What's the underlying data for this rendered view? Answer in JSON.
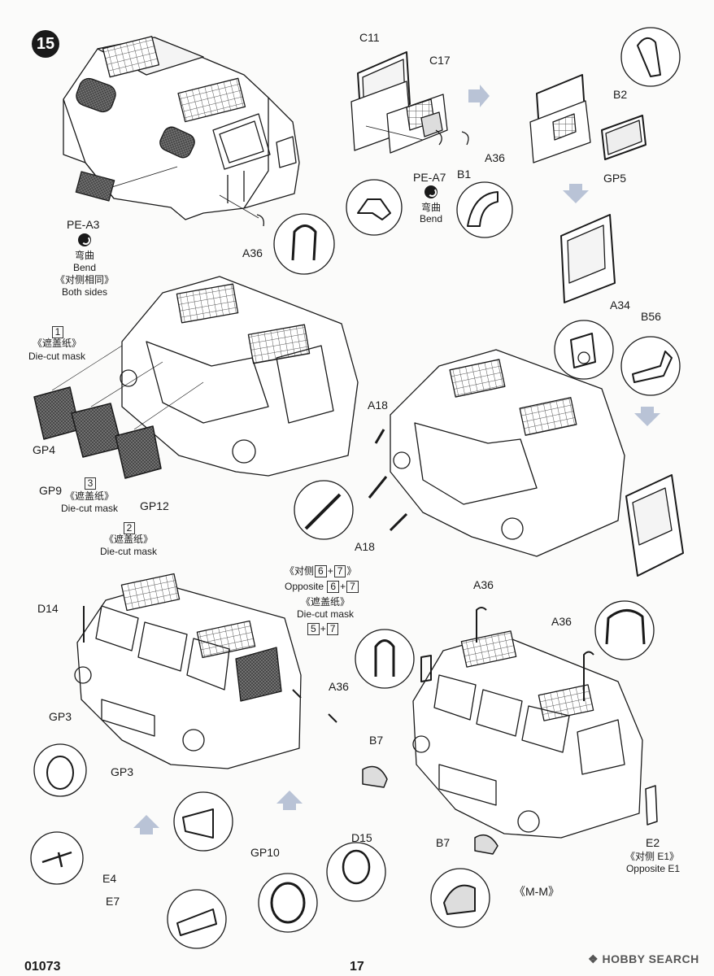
{
  "step_number": "15",
  "page_number": "17",
  "kit_code": "01073",
  "watermark": "HOBBY SEARCH",
  "labels": {
    "pe_a3": "PE-A3",
    "bend_cn_1": "弯曲",
    "bend_1": "Bend",
    "both_sides_cn": "《对侧相同》",
    "both_sides": "Both sides",
    "a36_1": "A36",
    "c11": "C11",
    "c17": "C17",
    "a36_2": "A36",
    "pe_a7": "PE-A7",
    "bend_cn_2": "弯曲",
    "bend_2": "Bend",
    "b1": "B1",
    "b2": "B2",
    "gp5": "GP5",
    "mask_num_1": "1",
    "mask_cn_1": "《遮盖纸》",
    "mask_en_1": "Die-cut mask",
    "gp4": "GP4",
    "gp9": "GP9",
    "mask_num_3": "3",
    "mask_cn_3": "《遮盖纸》",
    "mask_en_3": "Die-cut mask",
    "gp12": "GP12",
    "mask_num_2": "2",
    "mask_cn_2": "《遮盖纸》",
    "mask_en_2": "Die-cut mask",
    "a34": "A34",
    "b56": "B56",
    "a18_1": "A18",
    "a18_2": "A18",
    "opp_cn_prefix": "《对侧",
    "opp_cn_suffix": "》",
    "opp_en": "Opposite",
    "mask_num_6": "6",
    "mask_num_7": "7",
    "mask_num_6b": "6",
    "mask_num_7b": "7",
    "mask_cn_57": "《遮盖纸》",
    "mask_en_57": "Die-cut mask",
    "mask_num_5": "5",
    "mask_num_7c": "7",
    "plus": "+",
    "d14": "D14",
    "a36_3": "A36",
    "a36_4": "A36",
    "a36_5": "A36",
    "gp3_1": "GP3",
    "gp3_2": "GP3",
    "b7_1": "B7",
    "b7_2": "B7",
    "gp10": "GP10",
    "d15": "D15",
    "e4": "E4",
    "e7": "E7",
    "e2": "E2",
    "opp_e1_cn": "《对侧 E1》",
    "opp_e1": "Opposite E1",
    "mm": "《M-M》"
  },
  "colors": {
    "ink": "#1a1a1a",
    "arrow": "#b9c3d6",
    "glass": "#3a3a3a"
  }
}
